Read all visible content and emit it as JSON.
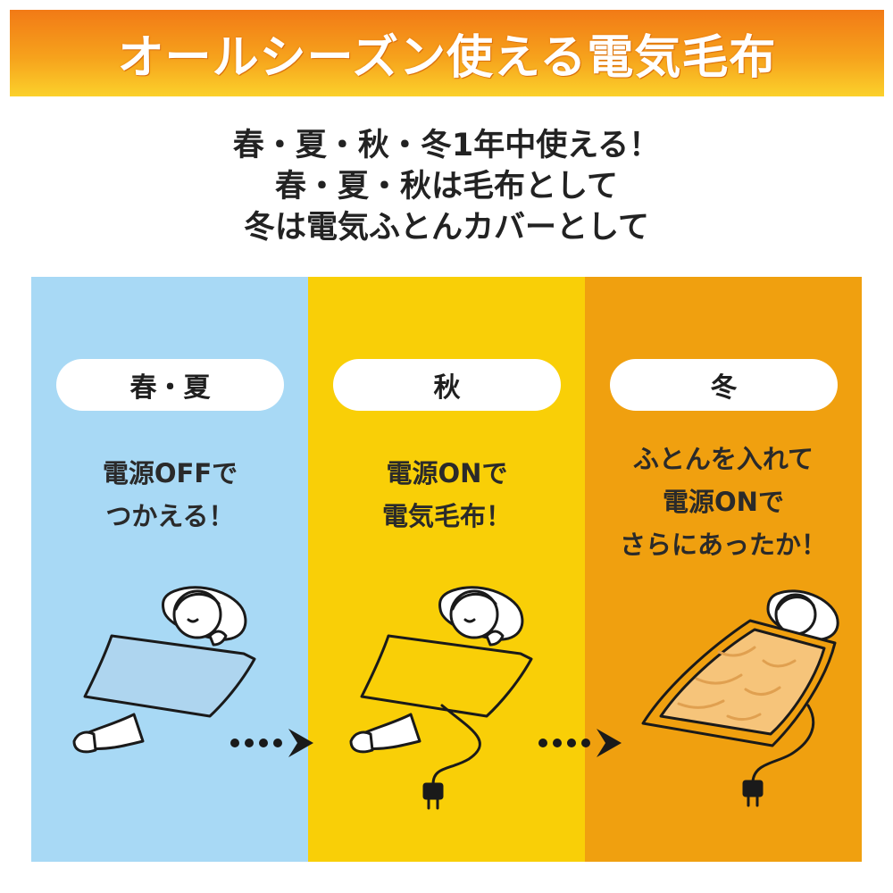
{
  "banner": {
    "title": "オールシーズン使える電気毛布"
  },
  "subtitle": {
    "lines": [
      "春・夏・秋・冬1年中使える！",
      "春・夏・秋は毛布として",
      "冬は電気ふとんカバーとして"
    ]
  },
  "panels": [
    {
      "season": "春・夏",
      "lines": [
        "電源OFFで",
        "つかえる！"
      ],
      "color": "#a8d9f5"
    },
    {
      "season": "秋",
      "lines": [
        "電源ONで",
        "電気毛布！"
      ],
      "color": "#f9cf07"
    },
    {
      "season": "冬",
      "lines": [
        "ふとんを入れて",
        "電源ONで",
        "さらにあったか！"
      ],
      "color": "#f0a00f"
    }
  ],
  "icons": [
    "sleeping-person-icon",
    "blanket-icon",
    "power-plug-icon",
    "dotted-arrow-icon",
    "futon-quilt-icon"
  ]
}
